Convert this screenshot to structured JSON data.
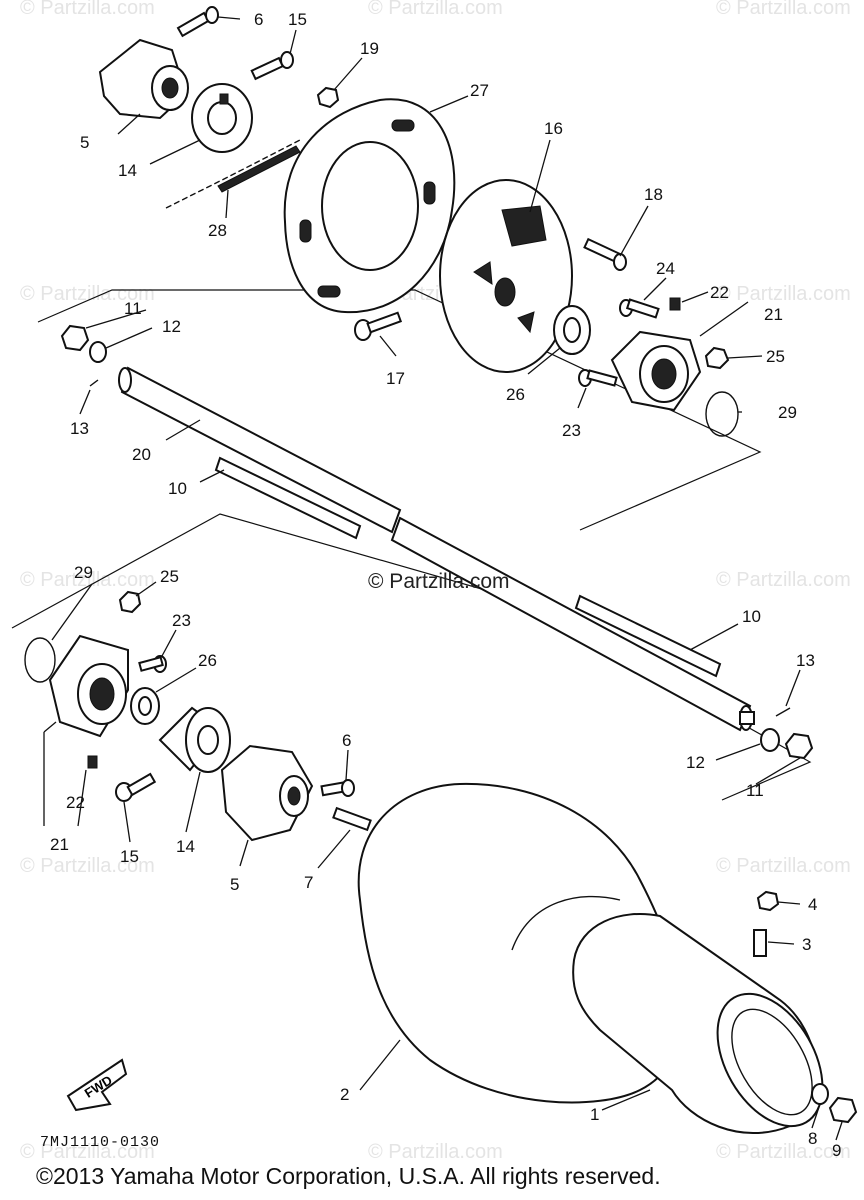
{
  "watermark": "© Partzilla.com",
  "center_watermark": "© Partzilla.com",
  "callouts": {
    "c1": "1",
    "c2": "2",
    "c3": "3",
    "c4": "4",
    "c5a": "5",
    "c5b": "5",
    "c6a": "6",
    "c6b": "6",
    "c7": "7",
    "c8": "8",
    "c9": "9",
    "c10a": "10",
    "c10b": "10",
    "c11a": "11",
    "c11b": "11",
    "c12a": "12",
    "c12b": "12",
    "c13a": "13",
    "c13b": "13",
    "c14a": "14",
    "c14b": "14",
    "c15a": "15",
    "c15b": "15",
    "c16": "16",
    "c17": "17",
    "c18": "18",
    "c19": "19",
    "c20": "20",
    "c21a": "21",
    "c21b": "21",
    "c22a": "22",
    "c22b": "22",
    "c23a": "23",
    "c23b": "23",
    "c24": "24",
    "c25a": "25",
    "c25b": "25",
    "c26a": "26",
    "c26b": "26",
    "c27": "27",
    "c28": "28",
    "c29a": "29",
    "c29b": "29"
  },
  "fwd_label": "FWD",
  "diagram_code": "7MJ1110-0130",
  "copyright": "©2013 Yamaha Motor Corporation, U.S.A. All rights reserved."
}
